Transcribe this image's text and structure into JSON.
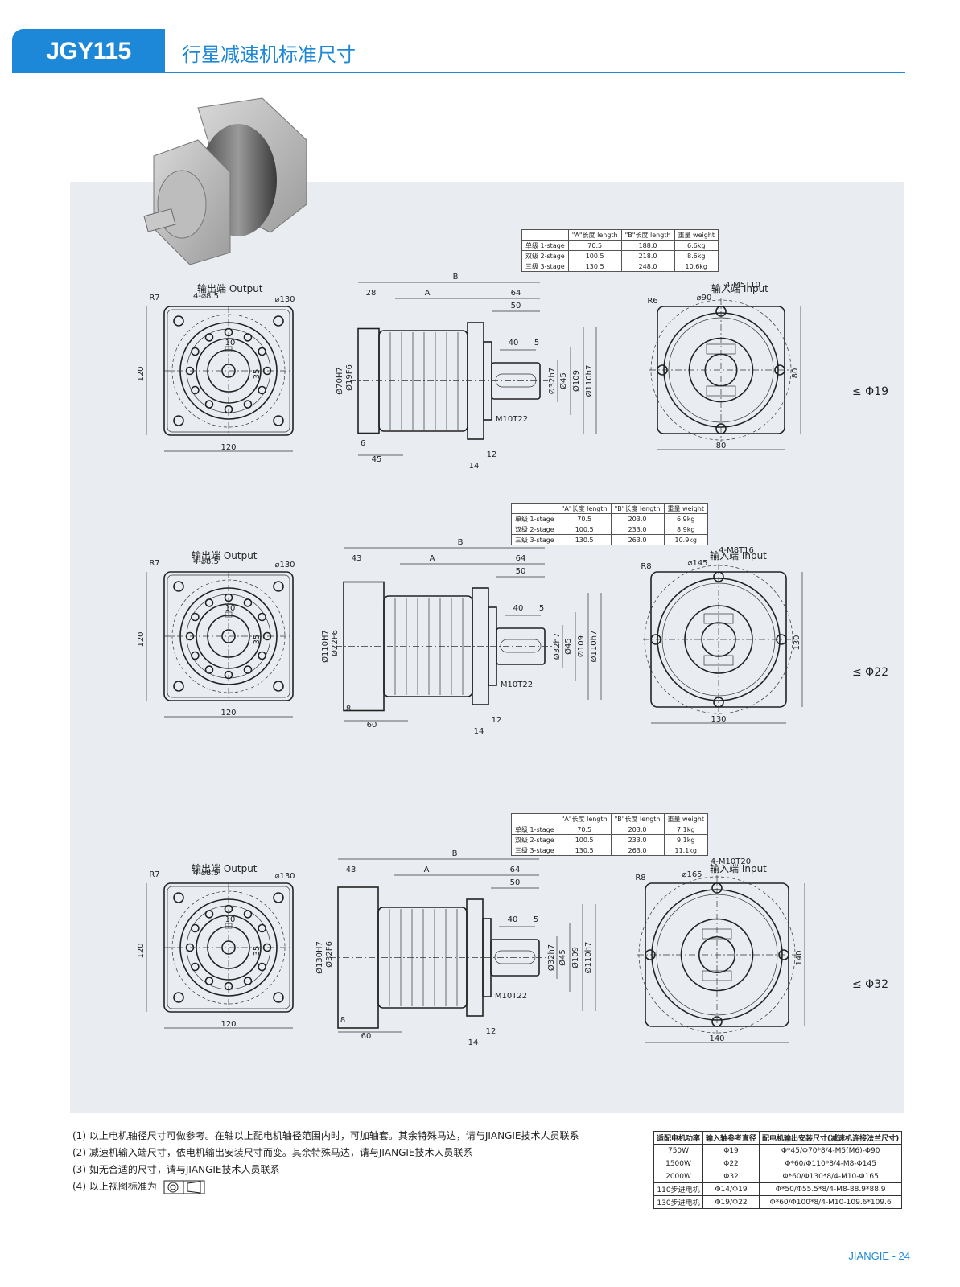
{
  "header": {
    "model": "JGY115",
    "title": "行星减速机标准尺寸"
  },
  "tables": [
    {
      "columns": [
        "",
        "\"A\"长度 length",
        "\"B\"长度  length",
        "重量 weight"
      ],
      "rows": [
        [
          "单级 1-stage",
          "70.5",
          "188.0",
          "6.6kg"
        ],
        [
          "双级 2-stage",
          "100.5",
          "218.0",
          "8.6kg"
        ],
        [
          "三级 3-stage",
          "130.5",
          "248.0",
          "10.6kg"
        ]
      ]
    },
    {
      "columns": [
        "",
        "\"A\"长度 length",
        "\"B\"长度  length",
        "重量 weight"
      ],
      "rows": [
        [
          "单级 1-stage",
          "70.5",
          "203.0",
          "6.9kg"
        ],
        [
          "双级 2-stage",
          "100.5",
          "233.0",
          "8.9kg"
        ],
        [
          "三级 3-stage",
          "130.5",
          "263.0",
          "10.9kg"
        ]
      ]
    },
    {
      "columns": [
        "",
        "\"A\"长度 length",
        "\"B\"长度  length",
        "重量 weight"
      ],
      "rows": [
        [
          "单级 1-stage",
          "70.5",
          "203.0",
          "7.1kg"
        ],
        [
          "双级 2-stage",
          "100.5",
          "233.0",
          "9.1kg"
        ],
        [
          "三级 3-stage",
          "130.5",
          "263.0",
          "11.1kg"
        ]
      ]
    }
  ],
  "views": {
    "output": "输出端 Output",
    "input": "输入端 Input"
  },
  "rows": [
    {
      "phi_label": "≤ Φ19",
      "out": {
        "r": "R7",
        "holes": "4-⌀8.5",
        "pcd": "⌀130",
        "key": "10",
        "h": "35",
        "side": "120",
        "bottom": "120"
      },
      "side": {
        "b": "B",
        "a": "A",
        "l1": "28",
        "l2": "64",
        "l3": "50",
        "l4": "40",
        "l5": "5",
        "d1": "Ø70H7",
        "d2": "Ø19F6",
        "d3": "Ø32h7",
        "d4": "Ø45",
        "d5": "Ø109",
        "d6": "Ø110h7",
        "thread": "M10T22",
        "b1": "6",
        "b2": "45",
        "b3": "12",
        "b4": "14"
      },
      "inp": {
        "r": "R6",
        "pcd": "⌀90",
        "holes": "4-M5T10",
        "h": "80",
        "bottom": "80"
      }
    },
    {
      "phi_label": "≤ Φ22",
      "out": {
        "r": "R7",
        "holes": "4-⌀8.5",
        "pcd": "⌀130",
        "key": "10",
        "h": "35",
        "side": "120",
        "bottom": "120"
      },
      "side": {
        "b": "B",
        "a": "A",
        "l1": "43",
        "l2": "64",
        "l3": "50",
        "l4": "40",
        "l5": "5",
        "d1": "Ø110H7",
        "d2": "Ø22F6",
        "d3": "Ø32h7",
        "d4": "Ø45",
        "d5": "Ø109",
        "d6": "Ø110h7",
        "thread": "M10T22",
        "b1": "8",
        "b2": "60",
        "b3": "12",
        "b4": "14"
      },
      "inp": {
        "r": "R8",
        "pcd": "⌀145",
        "holes": "4-M8T16",
        "h": "130",
        "bottom": "130"
      }
    },
    {
      "phi_label": "≤ Φ32",
      "out": {
        "r": "R7",
        "holes": "4-⌀8.5",
        "pcd": "⌀130",
        "key": "10",
        "h": "35",
        "side": "120",
        "bottom": "120"
      },
      "side": {
        "b": "B",
        "a": "A",
        "l1": "43",
        "l2": "64",
        "l3": "50",
        "l4": "40",
        "l5": "5",
        "d1": "Ø130H7",
        "d2": "Ø32F6",
        "d3": "Ø32h7",
        "d4": "Ø45",
        "d5": "Ø109",
        "d6": "Ø110h7",
        "thread": "M10T22",
        "b1": "8",
        "b2": "60",
        "b3": "12",
        "b4": "14"
      },
      "inp": {
        "r": "R8",
        "pcd": "⌀165",
        "holes": "4-M10T20",
        "h": "140",
        "bottom": "140"
      }
    }
  ],
  "notes": [
    "(1) 以上电机轴径尺寸可做参考。在轴以上配电机轴径范围内时，可加轴套。其余特殊马达，请与JIANGIE技术人员联系",
    "(2) 减速机输入端尺寸，依电机输出安装尺寸而变。其余特殊马达，请与JIANGIE技术人员联系",
    "(3) 如无合适的尺寸，请与JIANGIE技术人员联系",
    "(4) 以上视图标准为"
  ],
  "motor_table": {
    "columns": [
      "适配电机功率",
      "输入轴参考直径",
      "配电机输出安装尺寸(减速机连接法兰尺寸)"
    ],
    "rows": [
      [
        "750W",
        "Φ19",
        "Φ*45/Φ70*8/4-M5(M6)-Φ90"
      ],
      [
        "1500W",
        "Φ22",
        "Φ*60/Φ110*8/4-M8-Φ145"
      ],
      [
        "2000W",
        "Φ32",
        "Φ*60/Φ130*8/4-M10-Φ165"
      ],
      [
        "110步进电机",
        "Φ14/Φ19",
        "Φ*50/Φ55.5*8/4-M8-88.9*88.9"
      ],
      [
        "130步进电机",
        "Φ19/Φ22",
        "Φ*60/Φ100*8/4-M10-109.6*109.6"
      ]
    ]
  },
  "footer": {
    "text": "JIANGIE - 24"
  }
}
